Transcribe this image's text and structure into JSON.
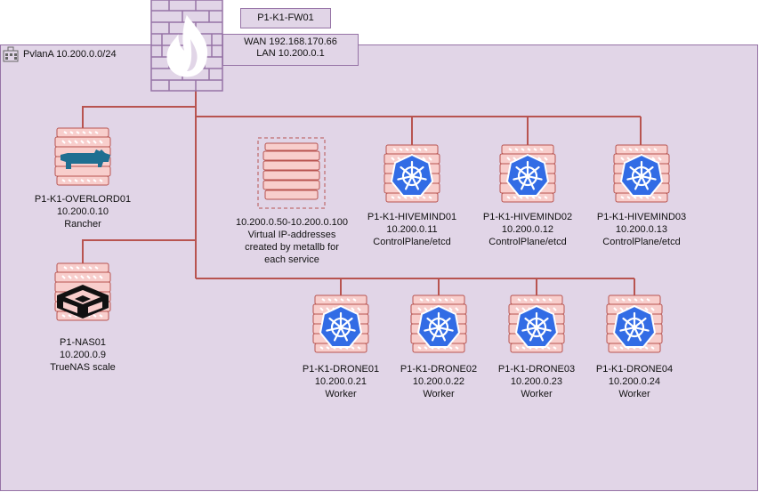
{
  "vlan": {
    "label": "PvlanA 10.200.0.0/24"
  },
  "firewall": {
    "name": "P1-K1-FW01",
    "wan": "WAN 192.168.170.66",
    "lan": "LAN 10.200.0.1"
  },
  "overlord": {
    "name": "P1-K1-OVERLORD01",
    "ip": "10.200.0.10",
    "role": "Rancher"
  },
  "nas": {
    "name": "P1-NAS01",
    "ip": "10.200.0.9",
    "role": "TrueNAS scale"
  },
  "vip": {
    "range": "10.200.0.50-10.200.0.100",
    "line1": "Virtual IP-addresses",
    "line2": "created by metallb for",
    "line3": "each service"
  },
  "hiveminds": [
    {
      "name": "P1-K1-HIVEMIND01",
      "ip": "10.200.0.11",
      "role": "ControlPlane/etcd"
    },
    {
      "name": "P1-K1-HIVEMIND02",
      "ip": "10.200.0.12",
      "role": "ControlPlane/etcd"
    },
    {
      "name": "P1-K1-HIVEMIND03",
      "ip": "10.200.0.13",
      "role": "ControlPlane/etcd"
    }
  ],
  "drones": [
    {
      "name": "P1-K1-DRONE01",
      "ip": "10.200.0.21",
      "role": "Worker"
    },
    {
      "name": "P1-K1-DRONE02",
      "ip": "10.200.0.22",
      "role": "Worker"
    },
    {
      "name": "P1-K1-DRONE03",
      "ip": "10.200.0.23",
      "role": "Worker"
    },
    {
      "name": "P1-K1-DRONE04",
      "ip": "10.200.0.24",
      "role": "Worker"
    }
  ],
  "icons": {
    "server": "server-rack-icon",
    "kubernetes": "kubernetes-helm-icon",
    "rancher": "rancher-cow-icon",
    "truenas": "truenas-logo-icon",
    "firewall": "firewall-flame-icon",
    "building": "building-icon"
  },
  "colors": {
    "vlan_fill": "#e1d5e7",
    "vlan_stroke": "#9673a6",
    "link": "#b85450",
    "server_fill": "#f8cecc",
    "server_stroke": "#b85450",
    "kubernetes": "#326ce5",
    "rancher": "#1f6f91",
    "firewall": "#c9b8d6"
  }
}
